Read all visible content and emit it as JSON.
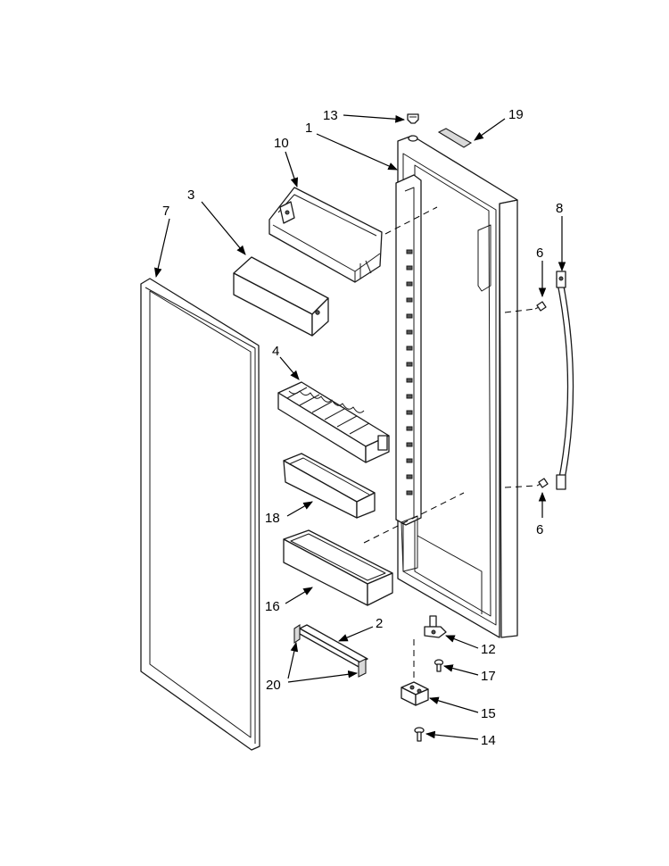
{
  "diagram": {
    "callouts": [
      {
        "key": "c13",
        "text": "13"
      },
      {
        "key": "c19",
        "text": "19"
      },
      {
        "key": "c1",
        "text": "1"
      },
      {
        "key": "c10",
        "text": "10"
      },
      {
        "key": "c3",
        "text": "3"
      },
      {
        "key": "c7",
        "text": "7"
      },
      {
        "key": "c8",
        "text": "8"
      },
      {
        "key": "c6a",
        "text": "6"
      },
      {
        "key": "c6b",
        "text": "6"
      },
      {
        "key": "c4",
        "text": "4"
      },
      {
        "key": "c18",
        "text": "18"
      },
      {
        "key": "c16",
        "text": "16"
      },
      {
        "key": "c2",
        "text": "2"
      },
      {
        "key": "c12",
        "text": "12"
      },
      {
        "key": "c17",
        "text": "17"
      },
      {
        "key": "c20",
        "text": "20"
      },
      {
        "key": "c15",
        "text": "15"
      },
      {
        "key": "c14",
        "text": "14"
      }
    ]
  }
}
